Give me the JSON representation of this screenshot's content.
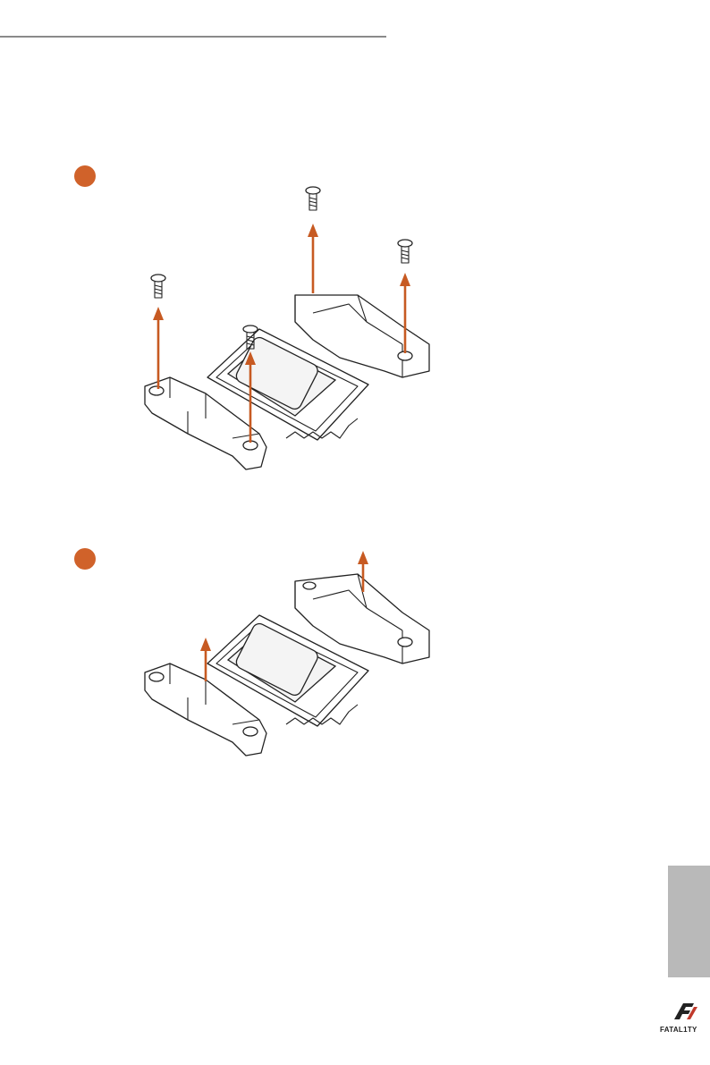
{
  "header": {
    "rule_color": "#8a8a8a"
  },
  "steps": [
    {
      "marker_color": "#d0622a",
      "illustration": "remove-four-screws-from-socket-backplate"
    },
    {
      "marker_color": "#d0622a",
      "illustration": "lift-retention-brackets-off-socket"
    }
  ],
  "arrow_color": "#c75a22",
  "side_tab": {
    "color": "#b9b9b9"
  },
  "logo": {
    "text": "FATAL1TY",
    "icon": "fatal1ty-logo-icon"
  }
}
